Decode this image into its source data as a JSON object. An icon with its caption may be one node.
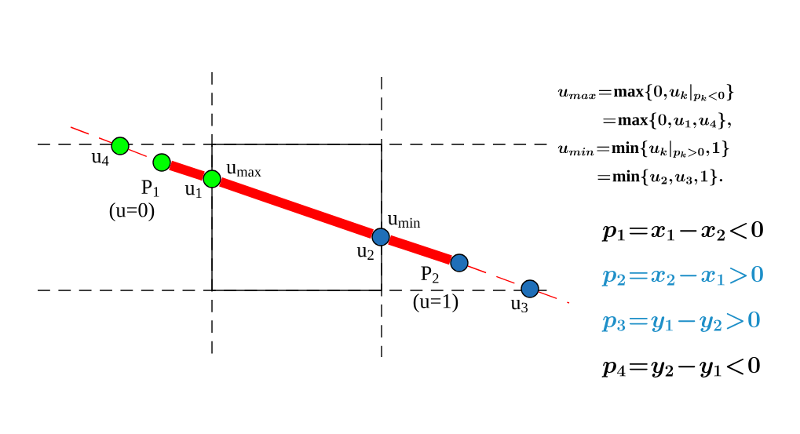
{
  "diagram": {
    "nodes": [
      {
        "text": [],
        "shape": "circle",
        "beside": [
          "u$_{4}$"
        ]
      },
      {
        "text": [],
        "shape": "circle",
        "beside": [
          "P$_{1}$",
          "(u=0)"
        ]
      },
      {
        "text": [],
        "shape": "circle",
        "beside": [
          "u$_{1}$",
          "u$_{max}$"
        ]
      },
      {
        "text": [],
        "shape": "circle",
        "beside": [
          "u$_{min}$",
          "u$_{2}$"
        ]
      },
      {
        "text": [],
        "shape": "circle",
        "beside": [
          "P$_{2}$",
          "(u=1)"
        ]
      },
      {
        "text": [],
        "shape": "circle",
        "beside": [
          "u$_{3}$"
        ]
      }
    ],
    "edges": [
      {
        "from": null,
        "to": 0,
        "arrow": "none",
        "style": "dashed"
      },
      {
        "from": 0,
        "to": 1,
        "arrow": "none",
        "style": "dashed"
      },
      {
        "from": 1,
        "to": 2,
        "arrow": "none",
        "style": "thick"
      },
      {
        "from": 2,
        "to": 3,
        "arrow": "none",
        "style": "thick"
      },
      {
        "from": 3,
        "to": 4,
        "arrow": "none",
        "style": "thick"
      },
      {
        "from": 4,
        "to": 5,
        "arrow": "none",
        "style": "dashed"
      },
      {
        "from": 5,
        "to": null,
        "arrow": "none",
        "style": "dashed"
      }
    ],
    "labels": [
      "u_{max}=\\max\\{0, u_k|_{p_k<0}\\}",
      "=\\max\\{0, u_1, u_4\\},",
      "u_{min}=\\min\\{u_k|_{p_k>0}, 1\\}",
      "=\\min\\{u_2, u_3, 1\\}.",
      "p_1=x_1-x_2<0",
      "p_2=x_2-x_1>0",
      "p_3=y_1-y_2>0",
      "p_4=y_2-y_1<0"
    ]
  }
}
